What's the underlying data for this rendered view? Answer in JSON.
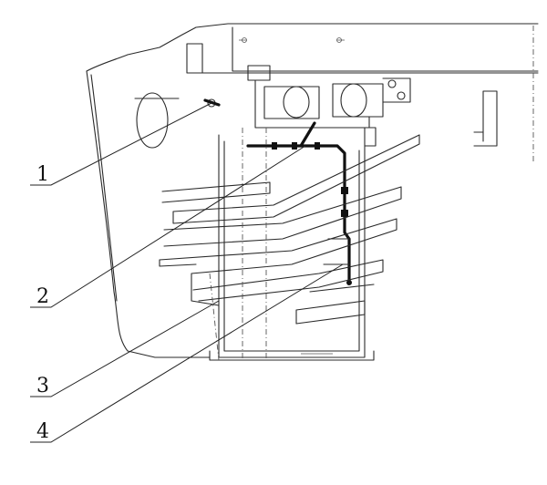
{
  "callouts": [
    {
      "label": "1"
    },
    {
      "label": "2"
    },
    {
      "label": "3"
    },
    {
      "label": "4"
    }
  ],
  "colors": {
    "line": "#2a2a2a",
    "background": "#ffffff"
  }
}
